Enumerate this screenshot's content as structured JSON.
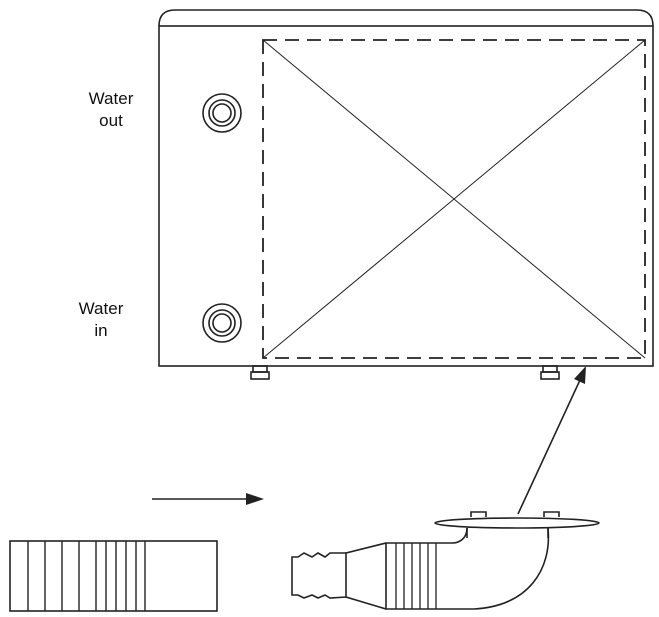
{
  "labels": {
    "water_out_line1": "Water",
    "water_out_line2": "out",
    "water_in_line1": "Water",
    "water_in_line2": "in"
  },
  "colors": {
    "stroke": "#222222",
    "background": "#ffffff"
  }
}
